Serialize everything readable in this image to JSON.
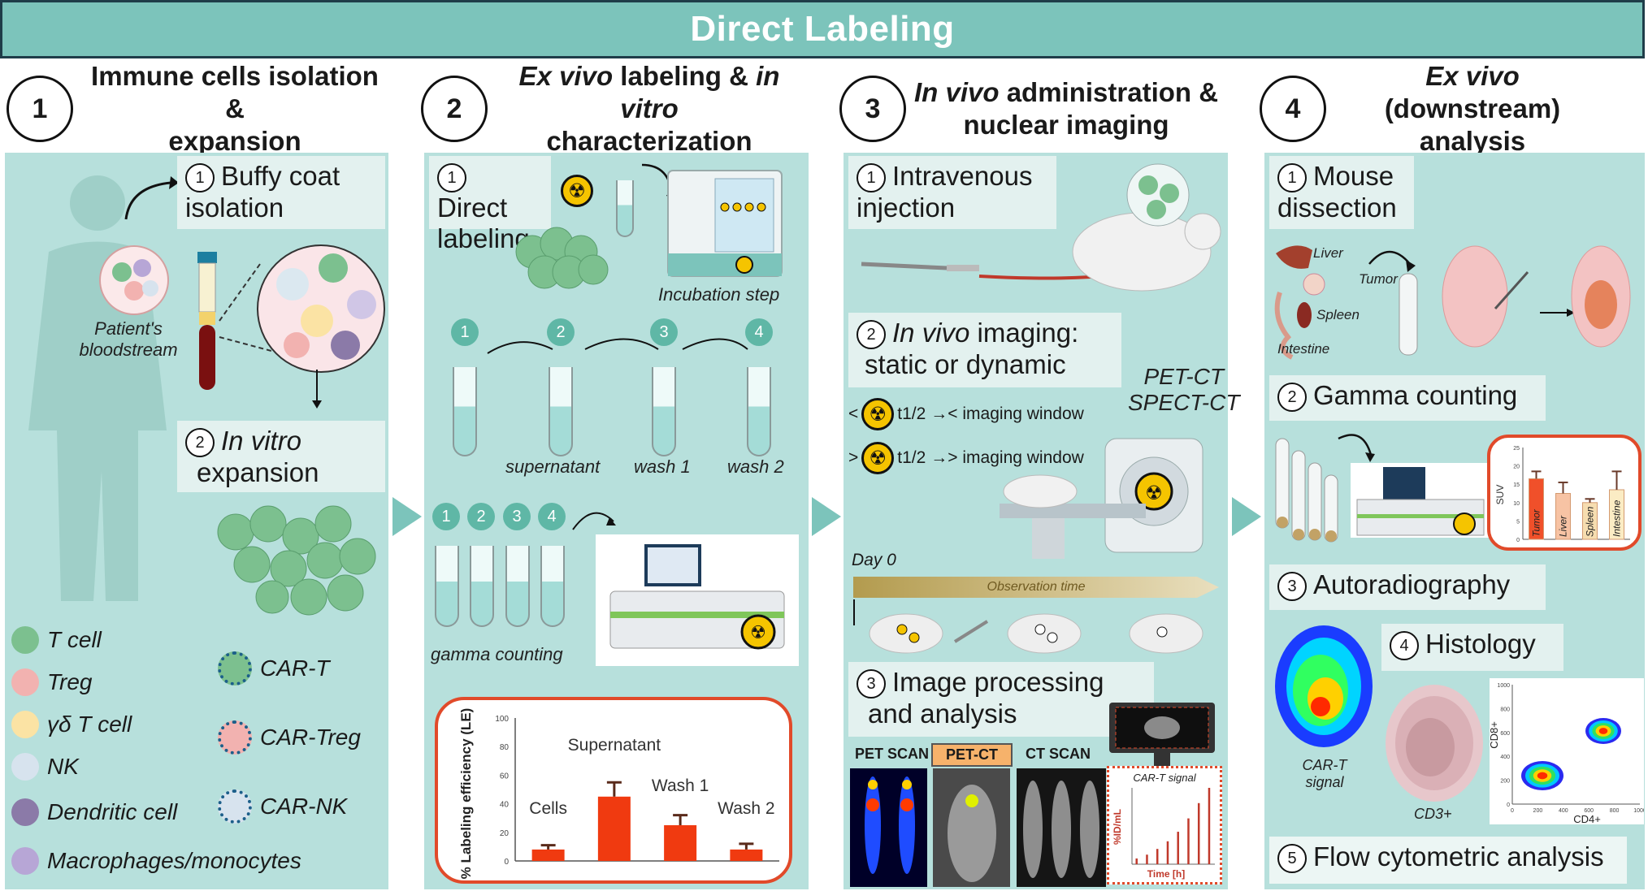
{
  "title": "Direct Labeling",
  "steps": [
    {
      "num": "1",
      "title_l1": "Immune cells isolation &",
      "title_l2": "expansion"
    },
    {
      "num": "2",
      "title_l1a": "Ex vivo",
      "title_l1b": " labeling & ",
      "title_l1c": "in vitro",
      "title_l2": "characterization"
    },
    {
      "num": "3",
      "title_l1a": "In vivo",
      "title_l1b": " administration &",
      "title_l2": "nuclear imaging"
    },
    {
      "num": "4",
      "title_l1a": "Ex vivo",
      "title_l1b": " (downstream)",
      "title_l2": "analysis"
    }
  ],
  "panel1": {
    "sub1_num": "1",
    "sub1": "Buffy    coat",
    "sub1b": "isolation",
    "bloodstream": "Patient's bloodstream",
    "sub2_num": "2",
    "sub2": "In vitro",
    "sub2b": "expansion",
    "legend": [
      {
        "label": "T cell",
        "color": "#7cc08f"
      },
      {
        "label": "Treg",
        "color": "#f2b2b0"
      },
      {
        "label": "γδ T cell",
        "color": "#fbe3a4"
      },
      {
        "label": "NK",
        "color": "#d7e3ee"
      },
      {
        "label": "Dendritic cell",
        "color": "#8b7aa8"
      },
      {
        "label": "Macrophages/monocytes",
        "color": "#b7a6d6"
      }
    ],
    "car_legend": [
      "CAR-T",
      "CAR-Treg",
      "CAR-NK"
    ]
  },
  "panel2": {
    "sub1_num": "1",
    "sub1": "Direct",
    "sub1b": "labeling",
    "incubation": "Incubation step",
    "wash_nums": [
      "1",
      "2",
      "3",
      "4"
    ],
    "wash_labels": [
      "supernatant",
      "wash 1",
      "wash 2"
    ],
    "gamma_nums": [
      "1",
      "2",
      "3",
      "4"
    ],
    "gamma_label": "gamma counting",
    "le_chart": {
      "ylabel": "% Labeling efficiency (LE)",
      "yticks": [
        "100",
        "80",
        "60",
        "40",
        "20",
        "0"
      ],
      "labels": [
        "Cells",
        "Supernatant",
        "Wash 1",
        "Wash 2"
      ]
    }
  },
  "panel3": {
    "sub1_num": "1",
    "sub1": "Intravenous",
    "sub1b": "injection",
    "sub2_num": "2",
    "sub2": "In vivo",
    "sub2mid": "  imaging:",
    "sub2b": "static or dynamic",
    "modality1": "PET-CT",
    "modality2": "SPECT-CT",
    "rule1_pre": "<",
    "rule1_half": "t1/2",
    "rule1_post": "→< imaging window",
    "rule2_pre": ">",
    "rule2_half": "t1/2",
    "rule2_post": "→> imaging window",
    "day0": "Day 0",
    "observation": "Observation time",
    "sub3_num": "3",
    "sub3": "Image processing",
    "sub3b": "and analysis",
    "scan_labels": [
      "PET SCAN",
      "PET-CT",
      "CT SCAN"
    ],
    "signal_title": "CAR-T signal",
    "signal_ylabel": "%ID/mL",
    "signal_xlabel": "Time [h]"
  },
  "panel4": {
    "sub1_num": "1",
    "sub1": "Mouse",
    "sub1b": "dissection",
    "organs": [
      "Liver",
      "Tumor",
      "Spleen",
      "Intestine"
    ],
    "sub2_num": "2",
    "sub2": "Gamma counting",
    "suv_ylabel": "SUV",
    "suv_yticks": [
      "25",
      "20",
      "15",
      "10",
      "5",
      "0"
    ],
    "suv_organs": [
      "Tumor",
      "Liver",
      "Spleen",
      "Intestine"
    ],
    "sub3_num": "3",
    "sub3": "Autoradiography",
    "carT_signal": "CAR-T signal",
    "sub4_num": "4",
    "sub4": "Histology",
    "cd3": "CD3+",
    "flow_ylabel": "CD8+",
    "flow_xlabel": "CD4+",
    "flow_xticks": [
      "0",
      "200",
      "400",
      "600",
      "800",
      "1000"
    ],
    "flow_yticks": [
      "1000",
      "800",
      "600",
      "400",
      "200",
      "0"
    ],
    "sub5_num": "5",
    "sub5": "Flow cytometric analysis"
  },
  "chart_data": [
    {
      "type": "bar",
      "ylabel": "% Labeling efficiency (LE)",
      "ylim": [
        0,
        100
      ],
      "categories": [
        "Cells",
        "Supernatant",
        "Wash 1",
        "Wash 2"
      ],
      "values": [
        8,
        45,
        25,
        8
      ],
      "errors": [
        3,
        10,
        7,
        4
      ],
      "color": "#f03a10"
    },
    {
      "type": "bar",
      "ylabel": "SUV",
      "ylim": [
        0,
        25
      ],
      "categories": [
        "Tumor",
        "Liver",
        "Spleen",
        "Intestine"
      ],
      "values": [
        16.5,
        12.5,
        10,
        13.5
      ],
      "errors": [
        2,
        3,
        1,
        5
      ],
      "colors": [
        "#f0502a",
        "#f7c3a4",
        "#f6ddb0",
        "#fbecc4"
      ]
    },
    {
      "type": "bar",
      "ylabel": "%ID/mL",
      "xlabel": "Time [h]",
      "values": [
        3,
        5,
        8,
        12,
        17,
        24,
        32,
        40
      ],
      "color": "#c0392b"
    }
  ],
  "colors": {
    "banner": "#7cc4bb",
    "panel": "#b7e0dc",
    "box": "#e3f1ef",
    "frame": "#e14a2a",
    "border": "#1f3d49"
  }
}
